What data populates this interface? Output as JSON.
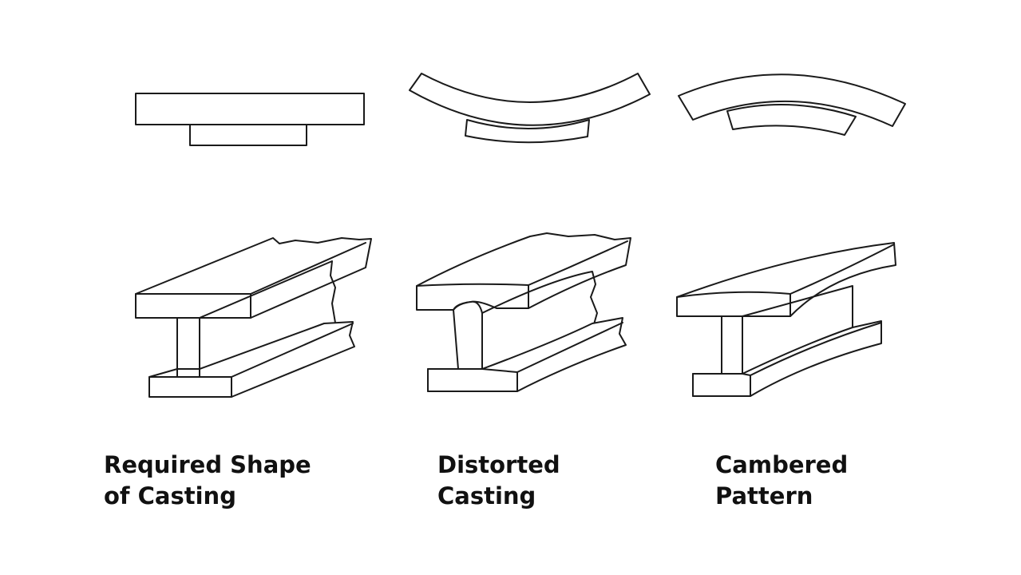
{
  "figures": [
    {
      "id": "required",
      "caption": [
        "Required Shape",
        "of Casting"
      ]
    },
    {
      "id": "distorted",
      "caption": [
        "Distorted",
        "Casting"
      ]
    },
    {
      "id": "cambered",
      "caption": [
        "Cambered",
        "Pattern"
      ]
    }
  ]
}
